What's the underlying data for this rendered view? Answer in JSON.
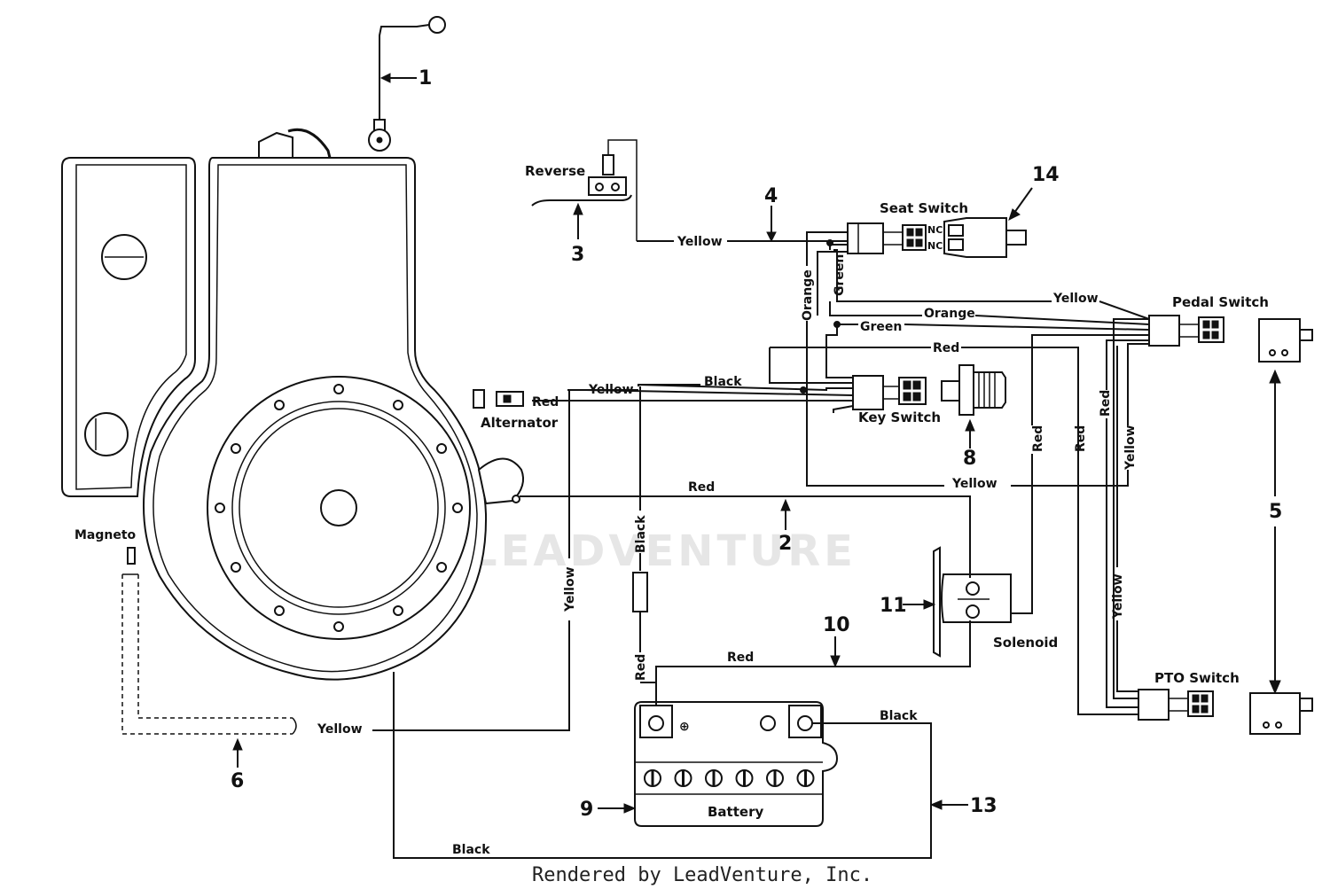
{
  "diagram": {
    "labels": {
      "reverse": "Reverse",
      "seat_switch": "Seat Switch",
      "pedal_switch": "Pedal Switch",
      "key_switch": "Key Switch",
      "alternator": "Alternator",
      "magneto": "Magneto",
      "solenoid": "Solenoid",
      "pto_switch": "PTO Switch",
      "battery": "Battery",
      "nc1": "NC",
      "nc2": "NC"
    },
    "wire_labels": {
      "yellow_reverse": "Yellow",
      "yellow_alt": "Yellow",
      "black_top": "Black",
      "red_alt": "Red",
      "red_solenoid": "Red",
      "black_vertical": "Black",
      "yellow_vertical": "Yellow",
      "red_vertical_batt": "Red",
      "red_battery": "Red",
      "black_battery": "Black",
      "yellow_magneto": "Yellow",
      "black_bottom": "Black",
      "orange_vertical": "Orange",
      "green_vertical": "Green",
      "orange_h": "Orange",
      "green_h": "Green",
      "red_h": "Red",
      "yellow_pedal": "Yellow",
      "yellow_mid": "Yellow",
      "red_v1": "Red",
      "red_v2": "Red",
      "red_v3": "Red",
      "yellow_v_pedal": "Yellow",
      "yellow_v_pto": "Yellow"
    },
    "callouts": [
      "1",
      "2",
      "3",
      "4",
      "5",
      "6",
      "8",
      "9",
      "10",
      "11",
      "13",
      "14"
    ],
    "watermark": "LEADVENTURE",
    "footer": "Rendered by LeadVenture, Inc."
  }
}
